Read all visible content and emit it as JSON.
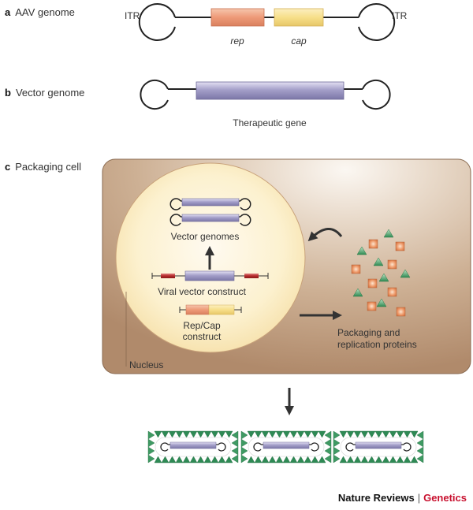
{
  "panels": {
    "a": {
      "letter": "a",
      "title": "AAV genome"
    },
    "b": {
      "letter": "b",
      "title": "Vector genome"
    },
    "c": {
      "letter": "c",
      "title": "Packaging cell"
    }
  },
  "aav": {
    "itr_left": "ITR",
    "itr_right": "ITR",
    "rep": "rep",
    "cap": "cap"
  },
  "vector": {
    "gene": "Therapeutic gene"
  },
  "cell": {
    "vector_genomes": "Vector genomes",
    "viral_construct": "Viral vector construct",
    "repcap_line1": "Rep/Cap",
    "repcap_line2": "construct",
    "proteins_line1": "Packaging and",
    "proteins_line2": "replication proteins",
    "nucleus": "Nucleus"
  },
  "footer": {
    "journal": "Nature Reviews",
    "separator": "|",
    "section": "Genetics"
  },
  "colors": {
    "rep": "#ee9a78",
    "cap": "#f7df8a",
    "gene": "#a49fc9",
    "cell": "#c9a88a",
    "nucleus": "#fcf1c9",
    "accent": "#c8102e",
    "triangle": "#3f9a63",
    "square": "#e8915e"
  }
}
